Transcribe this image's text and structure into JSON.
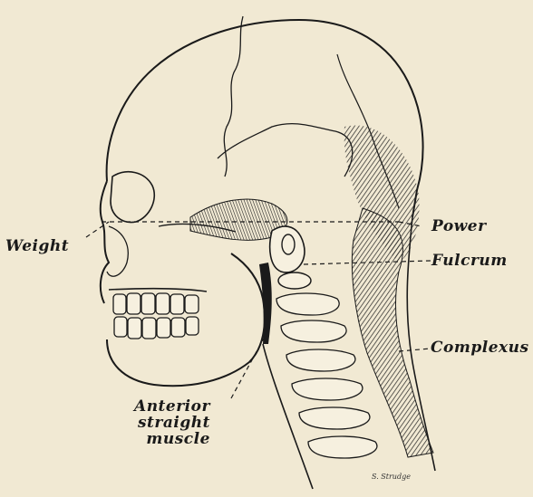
{
  "figure": {
    "labels": {
      "weight": "Weight",
      "power": "Power",
      "fulcrum": "Fulcrum",
      "complexus": "Complexus",
      "anterior_straight_muscle": [
        "Anterior",
        "straight",
        "muscle"
      ]
    },
    "signature": "S. Strudge",
    "colors": {
      "paper": "#f1e9d3",
      "ink": "#1a1a1a"
    }
  }
}
